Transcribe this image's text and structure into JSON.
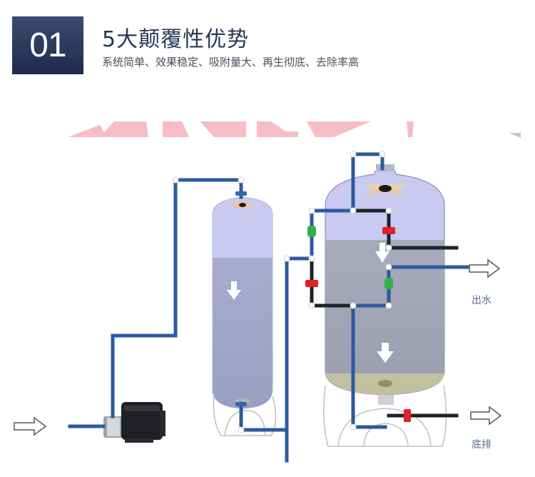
{
  "header": {
    "badge_number": "01",
    "title": "5大颠覆性优势",
    "subtitle": "系统简单、效果稳定、吸附量大、再生彻底、去除率高"
  },
  "diagram": {
    "labels": {
      "outlet": "出水",
      "bottom_drain": "底排"
    },
    "components": [
      {
        "name": "inlet-arrow",
        "semantic": "water inlet"
      },
      {
        "name": "pump",
        "semantic": "booster pump"
      },
      {
        "name": "pre-filter-vessel",
        "semantic": "pre-filter tank"
      },
      {
        "name": "main-vessel",
        "semantic": "adsorption tank"
      },
      {
        "name": "outlet-arrow",
        "semantic": "water outlet"
      },
      {
        "name": "drain-arrow",
        "semantic": "bottom drain"
      }
    ],
    "colors": {
      "pipe_blue": "#2d5aa0",
      "pipe_black": "#1e232b",
      "valve_red": "#e0222a",
      "valve_green": "#2fb34a",
      "vessel_top": "#c9c9f2",
      "vessel_media": "#a5a6b6",
      "watermark_pink": "#f6b7be"
    }
  }
}
